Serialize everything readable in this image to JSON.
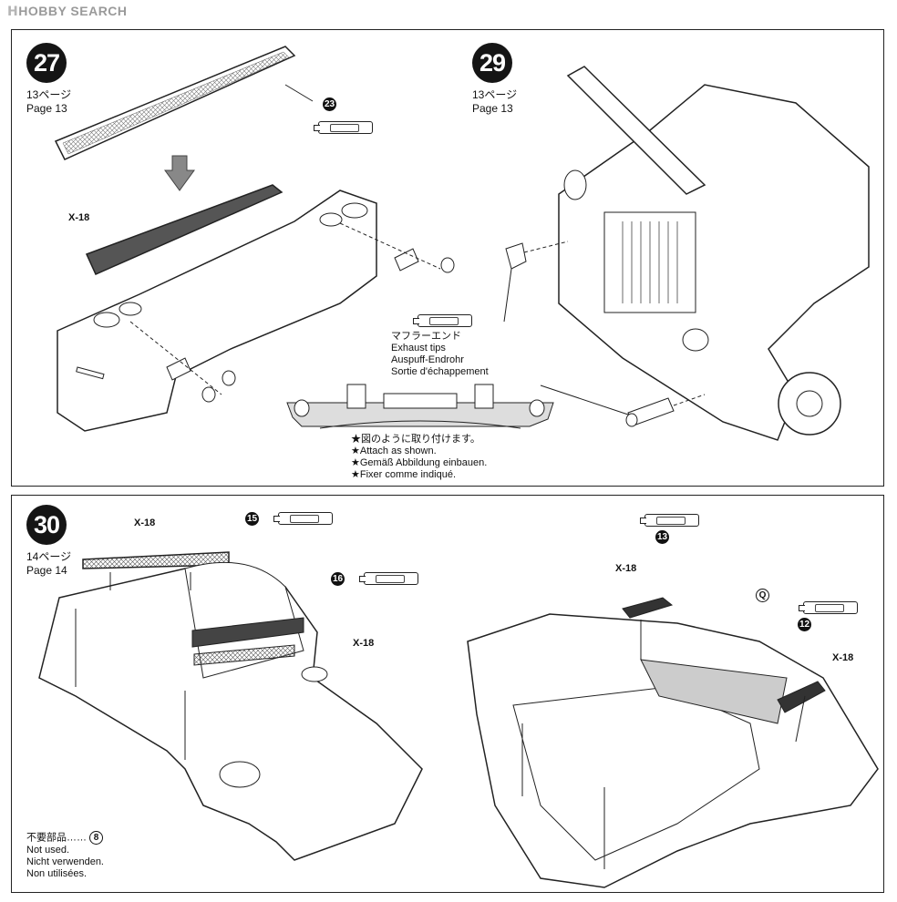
{
  "watermark": {
    "logo": "H",
    "text": "HOBBY SEARCH"
  },
  "steps": {
    "s27": {
      "number": "27",
      "page_jp": "13ページ",
      "page_en": "Page 13",
      "part_a": "23",
      "label_x18": "X-18"
    },
    "s29": {
      "number": "29",
      "page_jp": "13ページ",
      "page_en": "Page 13",
      "muffler_jp": "マフラーエンド",
      "muffler_en": "Exhaust tips",
      "muffler_de": "Auspuff-Endrohr",
      "muffler_fr": "Sortie d'échappement",
      "attach_jp": "★図のように取り付けます。",
      "attach_en": "★Attach as shown.",
      "attach_de": "★Gemäß Abbildung einbauen.",
      "attach_fr": "★Fixer comme indiqué."
    },
    "s30": {
      "number": "30",
      "page_jp": "14ページ",
      "page_en": "Page 14",
      "label_x18_a": "X-18",
      "label_x18_b": "X-18",
      "label_x18_c": "X-18",
      "label_x18_d": "X-18",
      "part_15": "15",
      "part_16": "16",
      "part_13": "13",
      "part_12": "12",
      "part_q": "Q",
      "unused_jp": "不要部品……",
      "unused_part": "8",
      "unused_en": "Not used.",
      "unused_de": "Nicht verwenden.",
      "unused_fr": "Non utilisées."
    }
  }
}
